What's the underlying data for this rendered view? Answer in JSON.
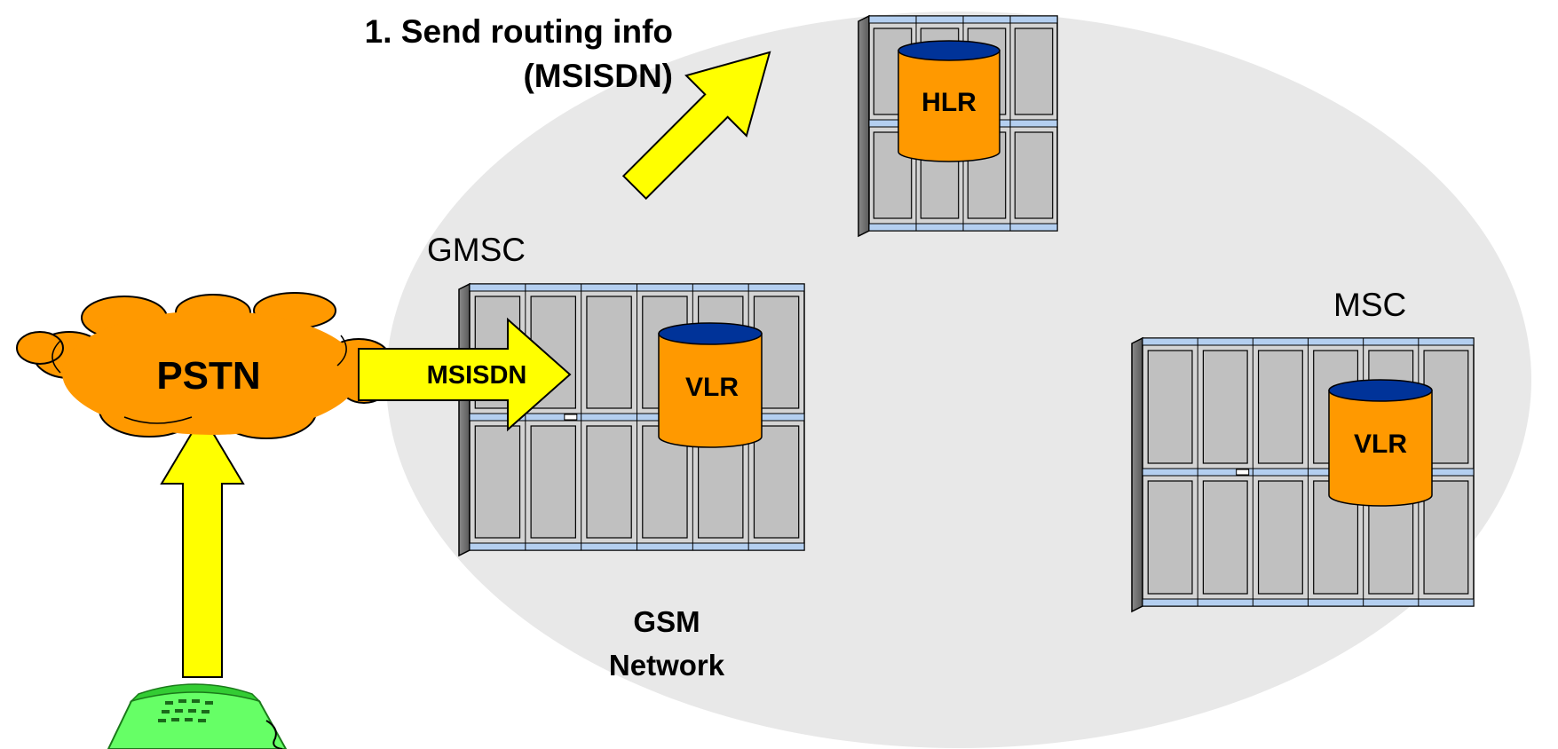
{
  "annotations": {
    "step1_line1": "1. Send routing info",
    "step1_line2": "(MSISDN)",
    "msisdn_arrow_label": "MSISDN"
  },
  "nodes": {
    "pstn": "PSTN",
    "gmsc": "GMSC",
    "msc": "MSC",
    "hlr": "HLR",
    "gmsc_vlr": "VLR",
    "msc_vlr": "VLR",
    "network_line1": "GSM",
    "network_line2": "Network"
  },
  "colors": {
    "network_area": "#e8e8e8",
    "arrow_fill": "#ffff00",
    "database_fill": "#ff9900",
    "database_top": "#003399",
    "cloud_fill": "#ff9900",
    "cabinet_panel": "#c0c0c0",
    "cabinet_frame": "#d4d4d4",
    "cabinet_band": "#b4cff0",
    "phone_fill": "#66ff66"
  },
  "icons": [
    "server-cabinet-icon",
    "database-cylinder-icon",
    "cloud-icon",
    "telephone-icon",
    "arrow-icon"
  ]
}
